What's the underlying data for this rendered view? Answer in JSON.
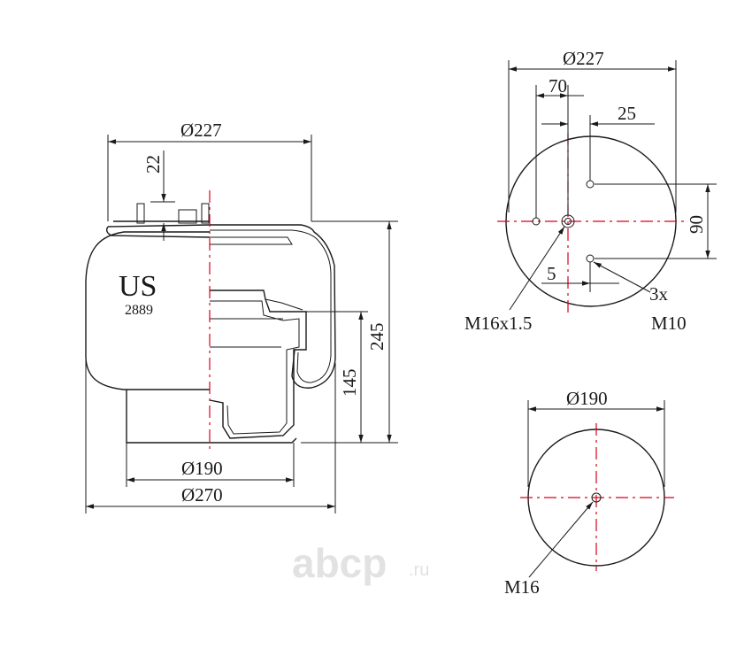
{
  "side_view": {
    "brand": "US",
    "part_number": "2889",
    "dims": {
      "top_diameter": "Ø227",
      "stud_height": "22",
      "total_height": "245",
      "piston_height": "145",
      "piston_diameter": "Ø190",
      "bellows_diameter": "Ø270"
    }
  },
  "top_plate_view": {
    "dims": {
      "outer_diameter": "Ø227",
      "stud_offset": "70",
      "bolt_offset": "25",
      "bolt_spacing": "90",
      "bolt_small_offset": "5"
    },
    "labels": {
      "air_fitting": "M16x1.5",
      "bolt_count": "3x",
      "bolt_thread": "M10"
    }
  },
  "bottom_plate_view": {
    "dims": {
      "diameter": "Ø190"
    },
    "labels": {
      "thread": "M16"
    }
  },
  "watermark": {
    "main": "abcp",
    "suffix": ".ru"
  },
  "colors": {
    "line": "#1a1a1a",
    "centerline": "#d9001b",
    "watermark": "#e2e2e2"
  }
}
